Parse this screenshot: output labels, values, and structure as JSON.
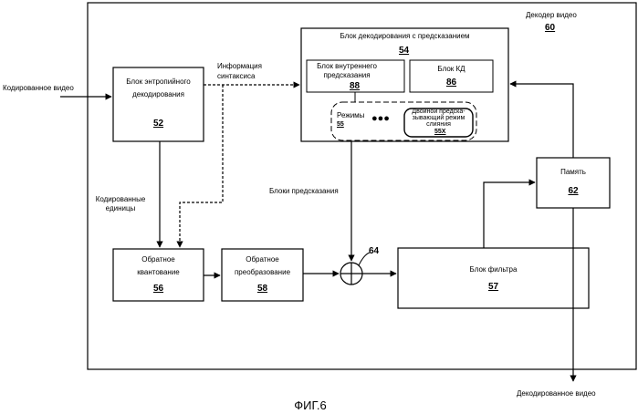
{
  "decoder": {
    "title": "Декодер видео",
    "number": "60"
  },
  "inputs": {
    "encoded_video": "Кодированное видео",
    "decoded_video": "Декодированное видео"
  },
  "labels": {
    "syntax_info_line1": "Информация",
    "syntax_info_line2": "синтаксиса",
    "coded_units_line1": "Кодированные",
    "coded_units_line2": "единицы",
    "pred_blocks": "Блоки предсказания",
    "adder_number": "64"
  },
  "blocks": {
    "entropy": {
      "line1": "Блок энтропийного",
      "line2": "декодирования",
      "number": "52"
    },
    "prediction": {
      "title": "Блок декодирования с предсказанием",
      "number": "54"
    },
    "intra": {
      "line1": "Блок внутреннего",
      "line2": "предсказания",
      "number": "88"
    },
    "mc": {
      "label": "Блок КД",
      "number": "86"
    },
    "modes": {
      "label": "Режимы",
      "number": "55",
      "dots": "●●●"
    },
    "dual_merge": {
      "line1": "Двойной предска-",
      "line2": "зывающий режим",
      "line3": "слияния",
      "number": "55X"
    },
    "inverse_quant": {
      "line1": "Обратное",
      "line2": "квантование",
      "number": "56"
    },
    "inverse_transform": {
      "line1": "Обратное",
      "line2": "преобразование",
      "number": "58"
    },
    "filter": {
      "label": "Блок фильтра",
      "number": "57"
    },
    "memory": {
      "label": "Память",
      "number": "62"
    }
  },
  "figure_caption": "ФИГ.6"
}
